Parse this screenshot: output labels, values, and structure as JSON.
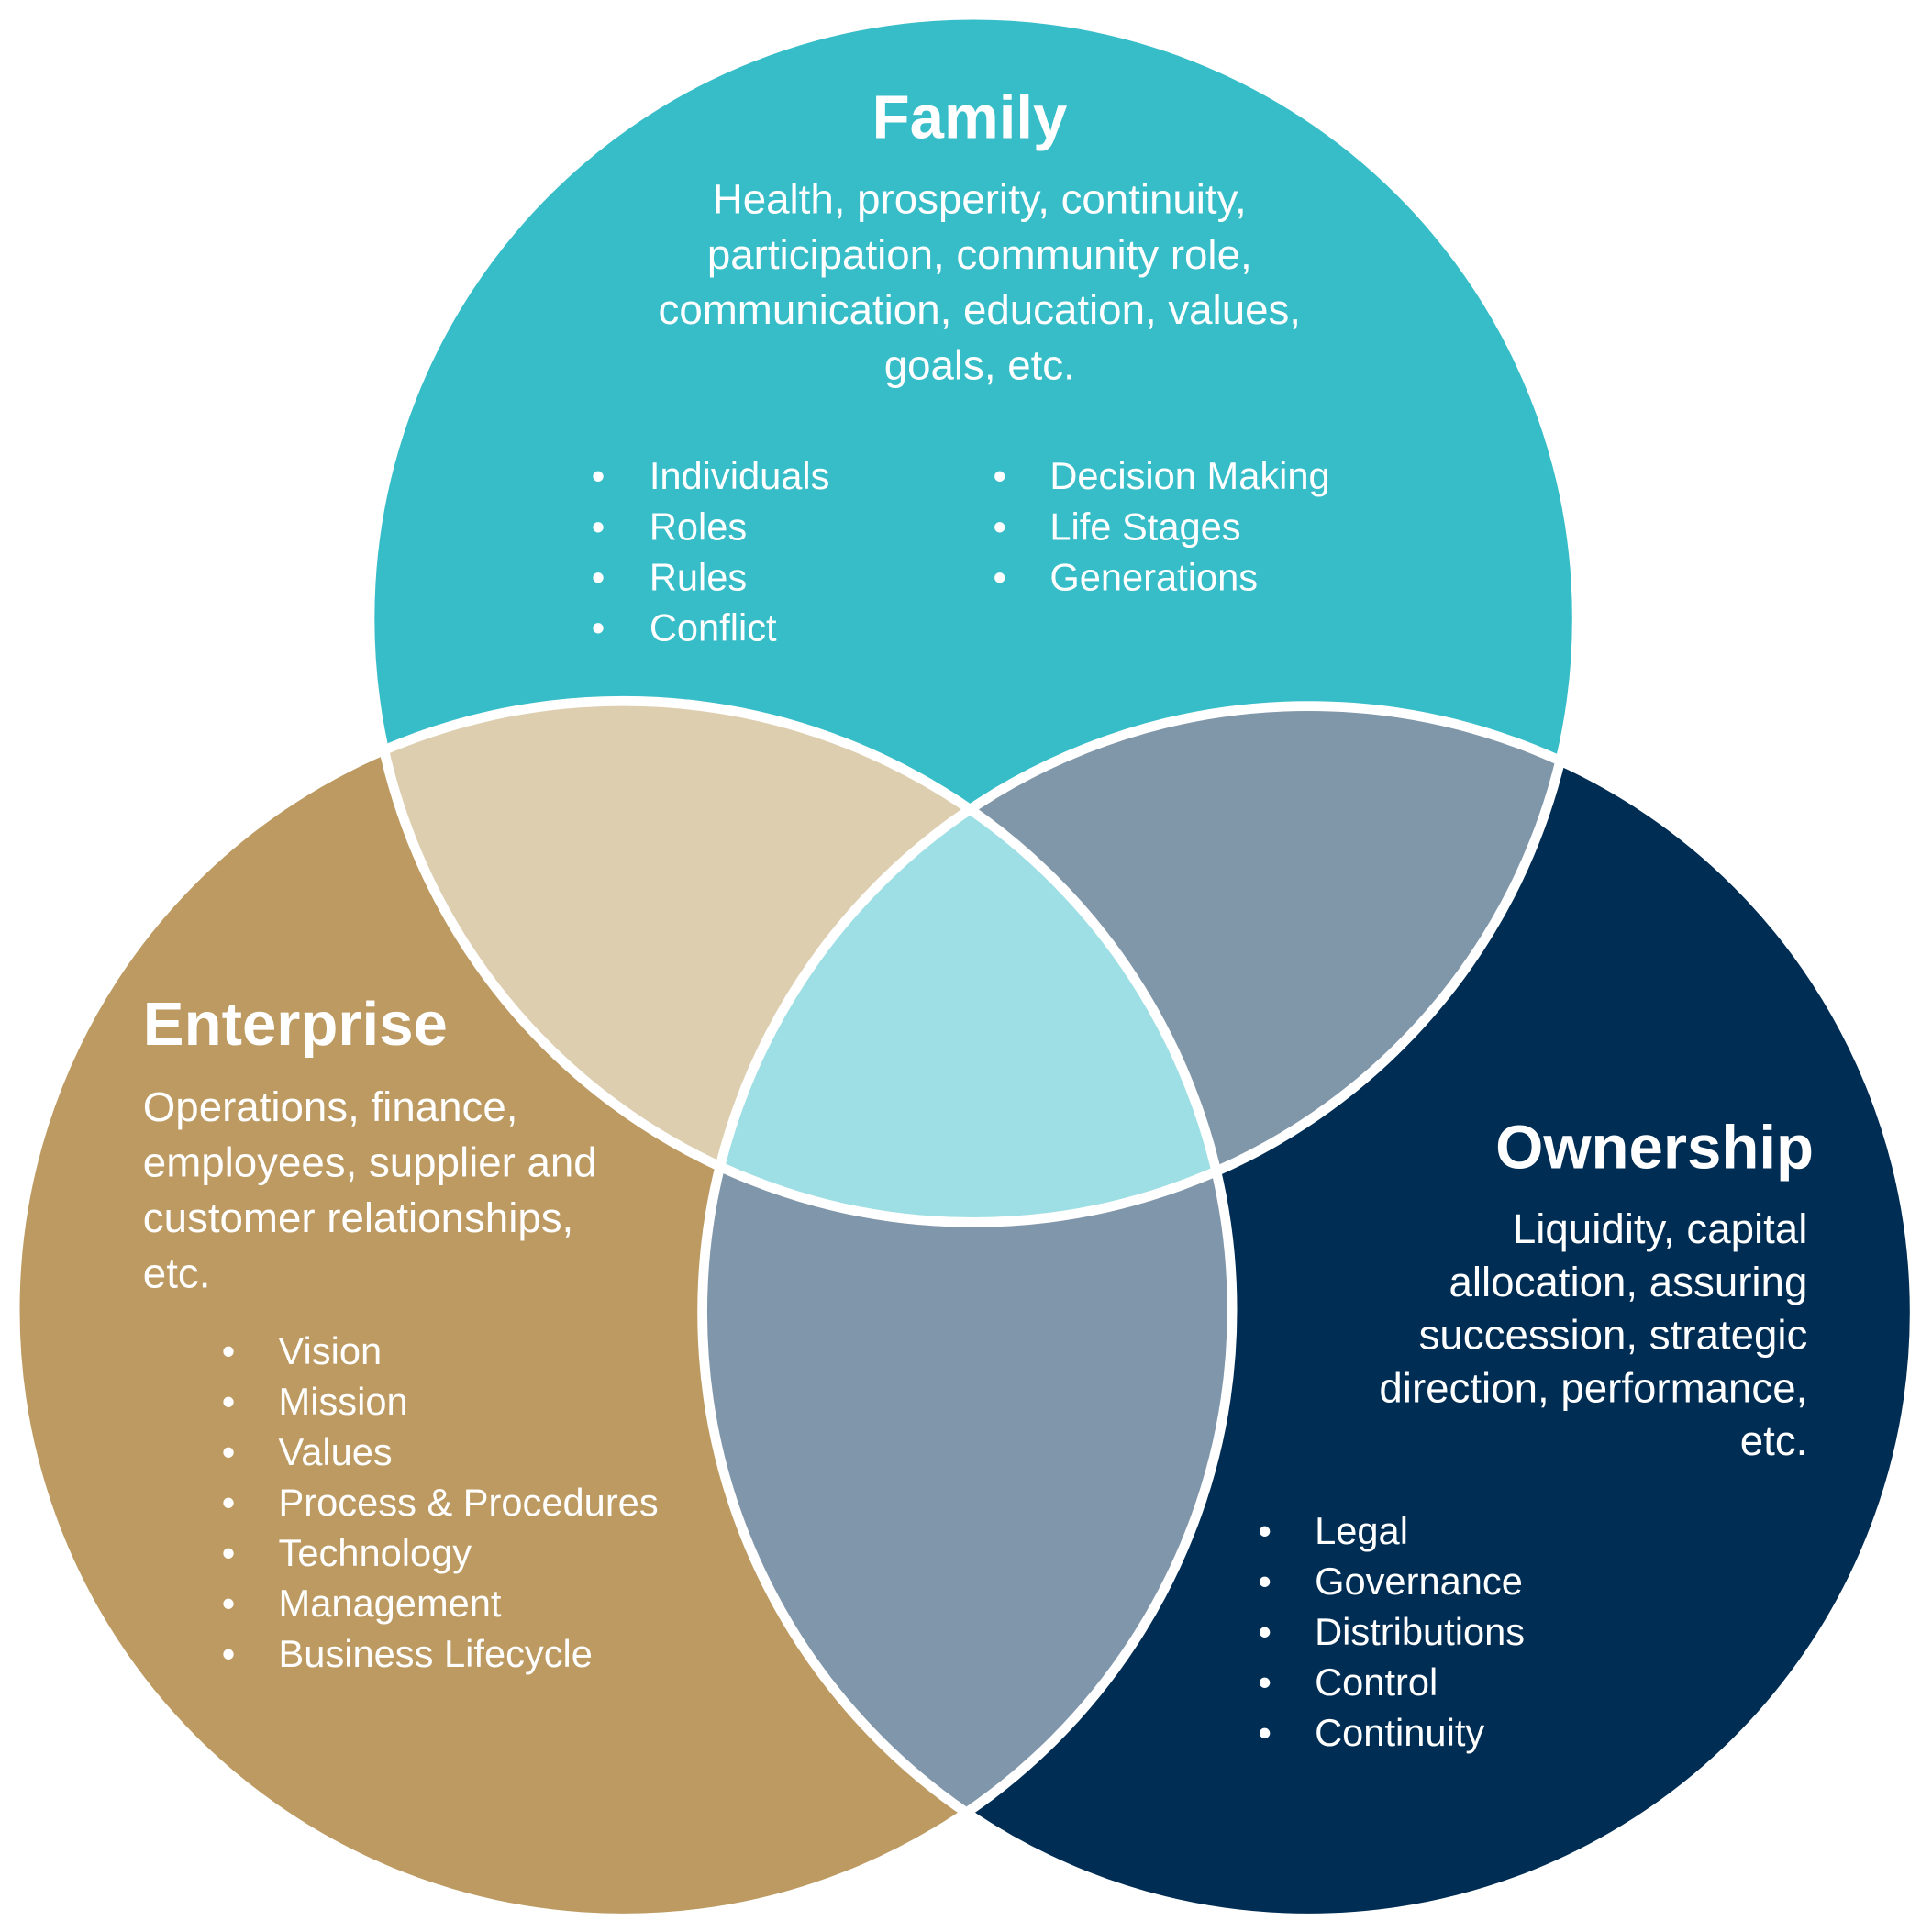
{
  "colors": {
    "family": "#36BDC8",
    "enterprise": "#BC9A61",
    "ownership": "#002D54",
    "family_enterprise": "#DDCEB0",
    "family_ownership": "#8097AA",
    "enterprise_ownership": "#8096AA",
    "center": "#9DDFE4"
  },
  "family": {
    "title": "Family",
    "description": [
      "Health, prosperity, continuity,",
      "participation, community role,",
      "communication, education, values,",
      "goals, etc."
    ],
    "bullets_left": [
      "Individuals",
      "Roles",
      "Rules",
      "Conflict"
    ],
    "bullets_right": [
      "Decision Making",
      "Life Stages",
      "Generations"
    ]
  },
  "enterprise": {
    "title": "Enterprise",
    "description": [
      "Operations, finance,",
      "employees, supplier and",
      "customer relationships,",
      "etc."
    ],
    "bullets": [
      "Vision",
      "Mission",
      "Values",
      "Process & Procedures",
      "Technology",
      "Management",
      "Business Lifecycle"
    ]
  },
  "ownership": {
    "title": "Ownership",
    "description": [
      "Liquidity, capital",
      "allocation, assuring",
      "succession, strategic",
      "direction, performance,",
      "etc."
    ],
    "bullets": [
      "Legal",
      "Governance",
      "Distributions",
      "Control",
      "Continuity"
    ]
  },
  "bullet_char": "•"
}
